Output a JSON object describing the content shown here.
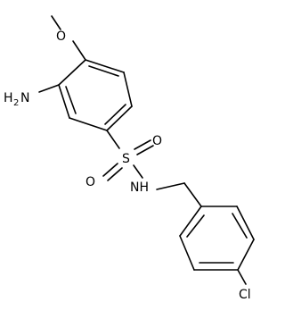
{
  "molecule": {
    "atoms": {
      "oxygen_methoxy": "O",
      "amino_prefix": "H",
      "amino_subscript": "2",
      "amino_n": "N",
      "sulfur": "S",
      "oxygen_top": "O",
      "oxygen_bottom": "O",
      "amide_nh": "NH",
      "chlorine": "Cl"
    }
  }
}
